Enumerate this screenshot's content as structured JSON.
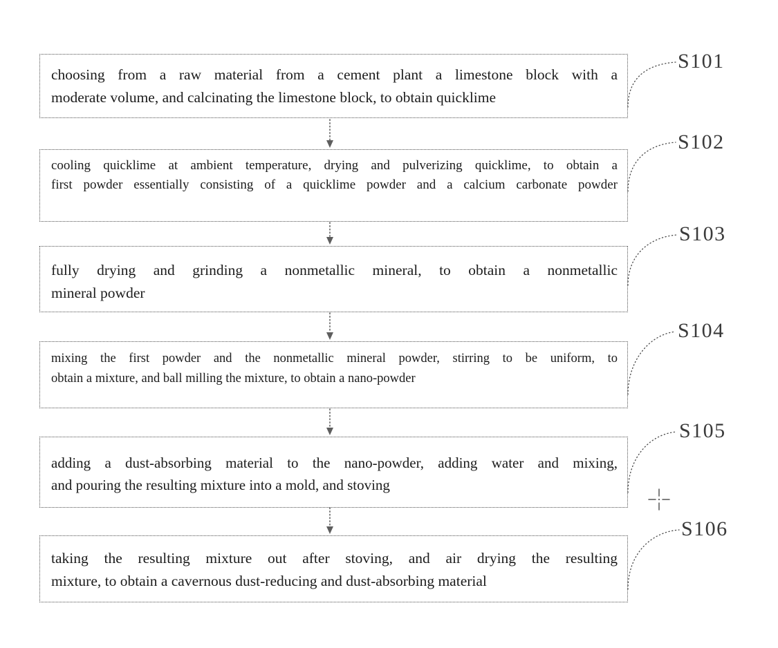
{
  "diagram": {
    "steps": [
      {
        "label": "S101",
        "lines": [
          "choosing from a raw material from a cement plant a limestone block with a",
          "moderate volume, and calcinating the limestone block, to obtain quicklime"
        ]
      },
      {
        "label": "S102",
        "lines": [
          "cooling quicklime at ambient temperature, drying and pulverizing quicklime, to obtain a",
          "first powder essentially consisting of a quicklime powder and a calcium carbonate powder"
        ]
      },
      {
        "label": "S103",
        "lines": [
          "fully drying and grinding a nonmetallic mineral, to obtain a nonmetallic",
          "mineral powder"
        ]
      },
      {
        "label": "S104",
        "lines": [
          "mixing the first powder and the nonmetallic mineral powder, stirring to be uniform, to",
          "obtain a mixture, and ball milling the mixture, to obtain a nano-powder"
        ]
      },
      {
        "label": "S105",
        "lines": [
          "adding a dust-absorbing material to the nano-powder, adding water and mixing,",
          "and pouring the resulting mixture into a mold, and stoving"
        ]
      },
      {
        "label": "S106",
        "lines": [
          "taking the resulting mixture out after stoving, and air drying the resulting",
          "mixture, to obtain a cavernous dust-reducing and dust-absorbing material"
        ]
      }
    ],
    "colors": {
      "ink": "#1c1c1c",
      "line": "#4a4a4a"
    }
  }
}
